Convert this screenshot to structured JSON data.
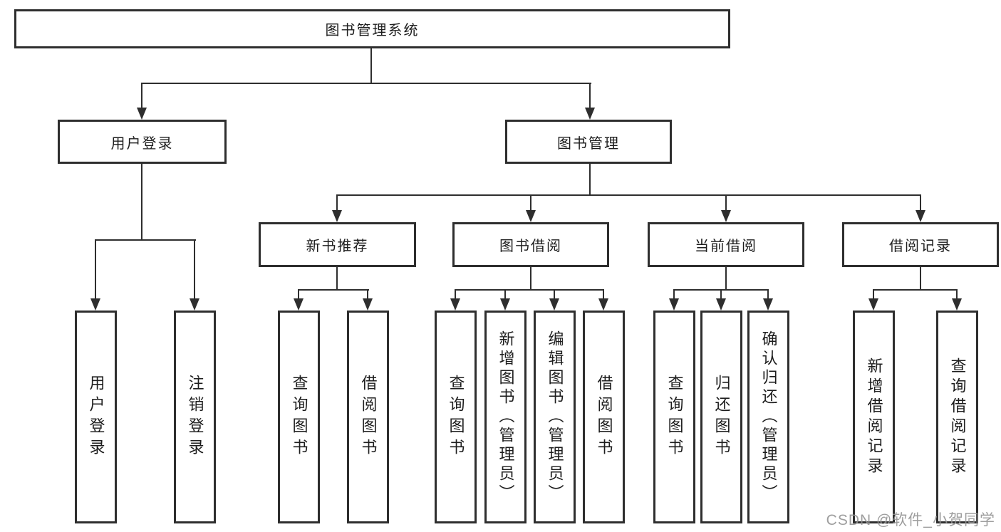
{
  "diagram": {
    "root": {
      "label": "图书管理系统",
      "children": [
        {
          "label": "用户登录",
          "children": [
            {
              "label": "用户登录"
            },
            {
              "label": "注销登录"
            }
          ]
        },
        {
          "label": "图书管理",
          "children": [
            {
              "label": "新书推荐",
              "children": [
                {
                  "label": "查询图书"
                },
                {
                  "label": "借阅图书"
                }
              ]
            },
            {
              "label": "图书借阅",
              "children": [
                {
                  "label": "查询图书"
                },
                {
                  "label": "新增图书（管理员）"
                },
                {
                  "label": "编辑图书（管理员）"
                },
                {
                  "label": "借阅图书"
                }
              ]
            },
            {
              "label": "当前借阅",
              "children": [
                {
                  "label": "查询图书"
                },
                {
                  "label": "归还图书"
                },
                {
                  "label": "确认归还（管理员）"
                }
              ]
            },
            {
              "label": "借阅记录",
              "children": [
                {
                  "label": "新增借阅记录"
                },
                {
                  "label": "查询借阅记录"
                }
              ]
            }
          ]
        }
      ]
    },
    "watermark": "CSDN @软件_小贺同学",
    "colors": {
      "line": "#2e2e2e",
      "text": "#1d1d1d",
      "watermark": "#949494",
      "background": "#ffffff"
    }
  }
}
